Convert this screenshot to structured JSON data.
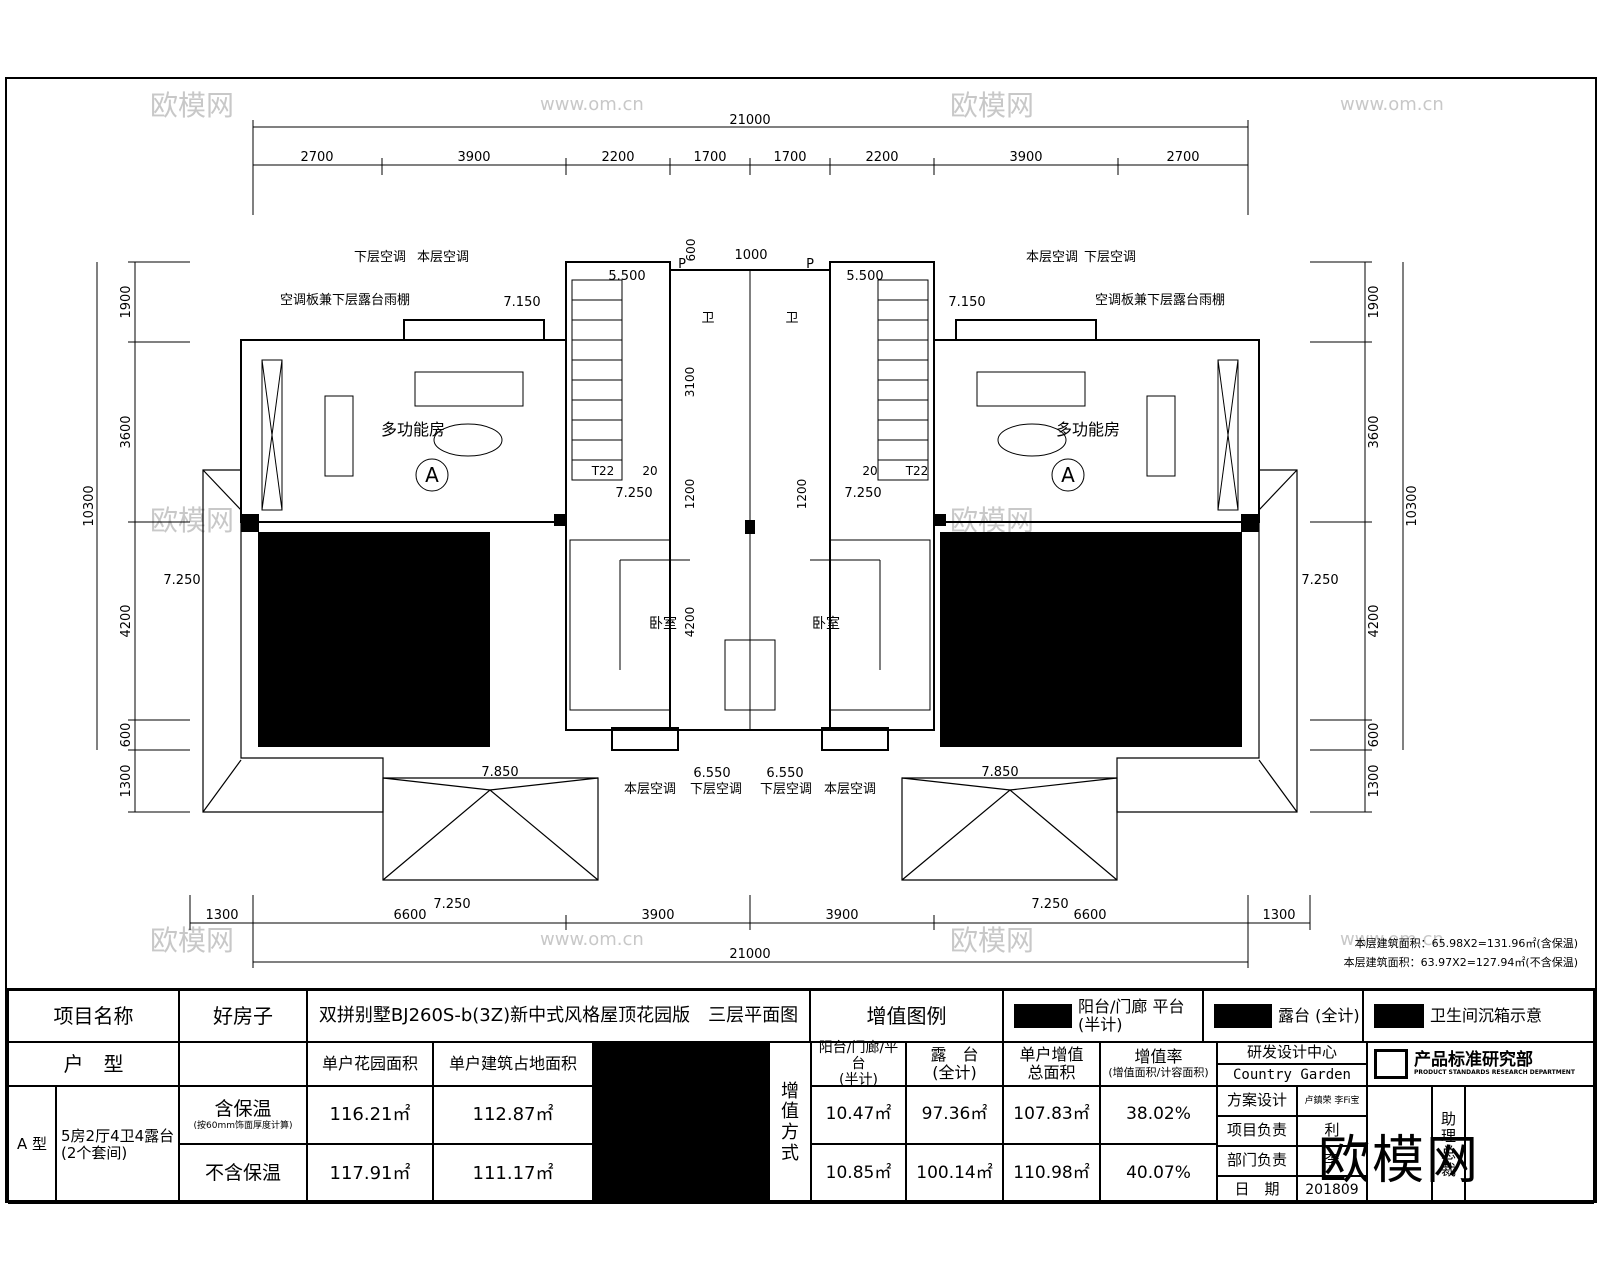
{
  "dims": {
    "top_total": "21000",
    "top": [
      "2700",
      "3900",
      "2200",
      "1700",
      "1700",
      "2200",
      "3900",
      "2700"
    ],
    "bottom": [
      "1300",
      "6600",
      "3900",
      "3900",
      "6600",
      "1300"
    ],
    "bottom_total": "21000",
    "left_total": "10300",
    "left": [
      "1900",
      "3600",
      "4200",
      "600",
      "1300"
    ],
    "right_total": "10300",
    "right": [
      "1900",
      "3600",
      "4200",
      "600",
      "1300"
    ],
    "stair_top": "600",
    "stair_mid": "1000",
    "core": [
      "3100",
      "1200",
      "4200"
    ]
  },
  "plan": {
    "elev": [
      "5.500",
      "5.500",
      "7.150",
      "7.150",
      "7.250",
      "7.250",
      "7.250",
      "7.250",
      "7.850",
      "7.850",
      "6.550",
      "6.550",
      "7.250",
      "7.250"
    ],
    "labels": {
      "ac_lower": "下层空调",
      "ac_this": "本层空调",
      "ac_board": "空调板兼下层露台雨棚",
      "multi_room": "多功能房",
      "room_mark": "A",
      "bedroom": "卧室",
      "p": "P",
      "wc": "卫",
      "stair_up": "T22",
      "stair_dn": "20"
    }
  },
  "area_notes": [
    "本层建筑面积：65.98X2=131.96㎡(含保温)",
    "本层建筑面积：63.97X2=127.94㎡(不含保温)"
  ],
  "watermarks": [
    "欧模网",
    "www.om.cn"
  ],
  "table": {
    "proj_label": "项目名称",
    "proj_name": "好房子",
    "drawing_title": "双拼别墅BJ260S-b(3Z)新中式风格屋顶花园版　三层平面图",
    "legend_title": "增值图例",
    "legend": [
      "阳台/门廊 平台\n(半计)",
      "露台 (全计)",
      "卫生间沉箱示意"
    ],
    "type_label": "户　型",
    "h_garden": "单户花园面积",
    "h_footprint": "单户建筑占地面积",
    "value_label": "增\n值\n方\n式",
    "h_balcony": "阳台/门廊/平台\n(半计)",
    "h_terrace": "露　台\n(全计)",
    "h_total": "单户增值\n总面积",
    "h_rate": "增值率",
    "h_rate_note": "(增值面积/计容面积)",
    "type_a": "A 型",
    "type_desc": "5房2厅4卫4露台\n(2个套间)",
    "row1_label": "含保温",
    "row1_note": "(按60mm饰面厚度计算)",
    "row2_label": "不含保温",
    "row1": [
      "116.21㎡",
      "112.87㎡",
      "10.47㎡",
      "97.36㎡",
      "107.83㎡",
      "38.02%"
    ],
    "row2": [
      "117.91㎡",
      "111.17㎡",
      "10.85㎡",
      "100.14㎡",
      "110.98㎡",
      "40.07%"
    ],
    "center": "研发设计中心",
    "center_en": "Country Garden",
    "dept_logo": "产品标准研究部",
    "dept_en": "PRODUCT STANDARDS RESEARCH DEPARTMENT",
    "scheme": "方案设计",
    "scheme_names": "卢鎮荣 李Fi宝",
    "proj_lead": "项目负责",
    "proj_lead_name": "利",
    "dept_lead": "部门负责",
    "dept_lead_name": "李",
    "date_label": "日　期",
    "date": "201809",
    "assist": "助\n理\n总\n裁",
    "big_watermark": "欧模网"
  }
}
